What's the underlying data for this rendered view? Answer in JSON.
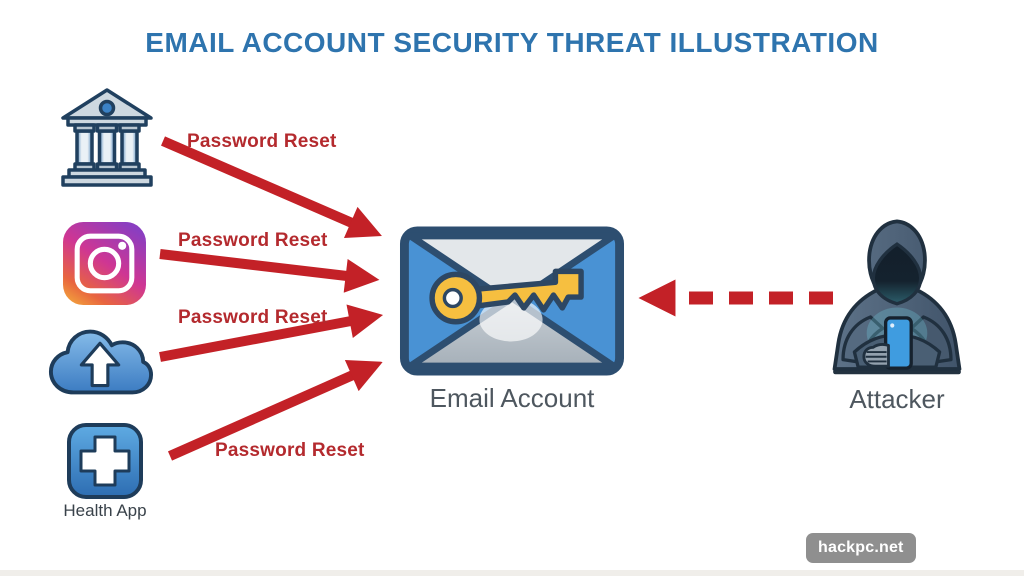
{
  "title": "EMAIL ACCOUNT SECURITY THREAT ILLUSTRATION",
  "sources": [
    {
      "id": "bank",
      "icon": "bank-icon",
      "label": ""
    },
    {
      "id": "instagram",
      "icon": "instagram-icon",
      "label": ""
    },
    {
      "id": "cloud_upload",
      "icon": "cloud-upload-icon",
      "label": ""
    },
    {
      "id": "health_app",
      "icon": "health-app-icon",
      "label": "Health App"
    }
  ],
  "reset_arrows": [
    {
      "from": "bank",
      "label": "Password Reset"
    },
    {
      "from": "instagram",
      "label": "Password Reset"
    },
    {
      "from": "cloud_upload",
      "label": "Password Reset"
    },
    {
      "from": "health_app",
      "label": "Password Reset"
    }
  ],
  "email_account": {
    "label": "Email Account",
    "icon": "envelope-key-icon"
  },
  "attacker": {
    "label": "Attacker",
    "icon": "hooded-attacker-icon",
    "arrow": "dashed-attack-arrow"
  },
  "watermark": {
    "text": "hackpc.net"
  },
  "colors": {
    "title_blue": "#2e74ae",
    "arrow_red": "#c32127",
    "label_red": "#b42a2e",
    "caption_gray": "#4e575f",
    "envelope_blue": "#4992d4",
    "envelope_border": "#2d4e70",
    "key_gold": "#f6bf40",
    "watermark_bg": "#8a8a8a"
  }
}
